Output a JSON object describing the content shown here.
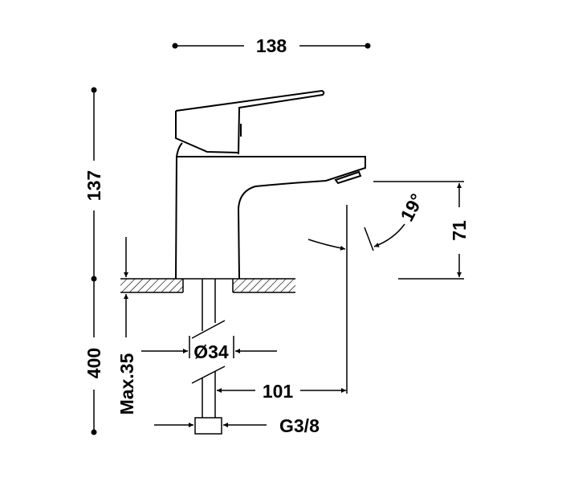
{
  "dimensions": {
    "width": "138",
    "height_above_counter": "137",
    "hose_length": "400",
    "max_counter_thickness": "Max.35",
    "hole_diameter": "Ø34",
    "spout_reach": "101",
    "connection": "G3/8",
    "spout_height": "71",
    "spout_angle": "19°"
  }
}
